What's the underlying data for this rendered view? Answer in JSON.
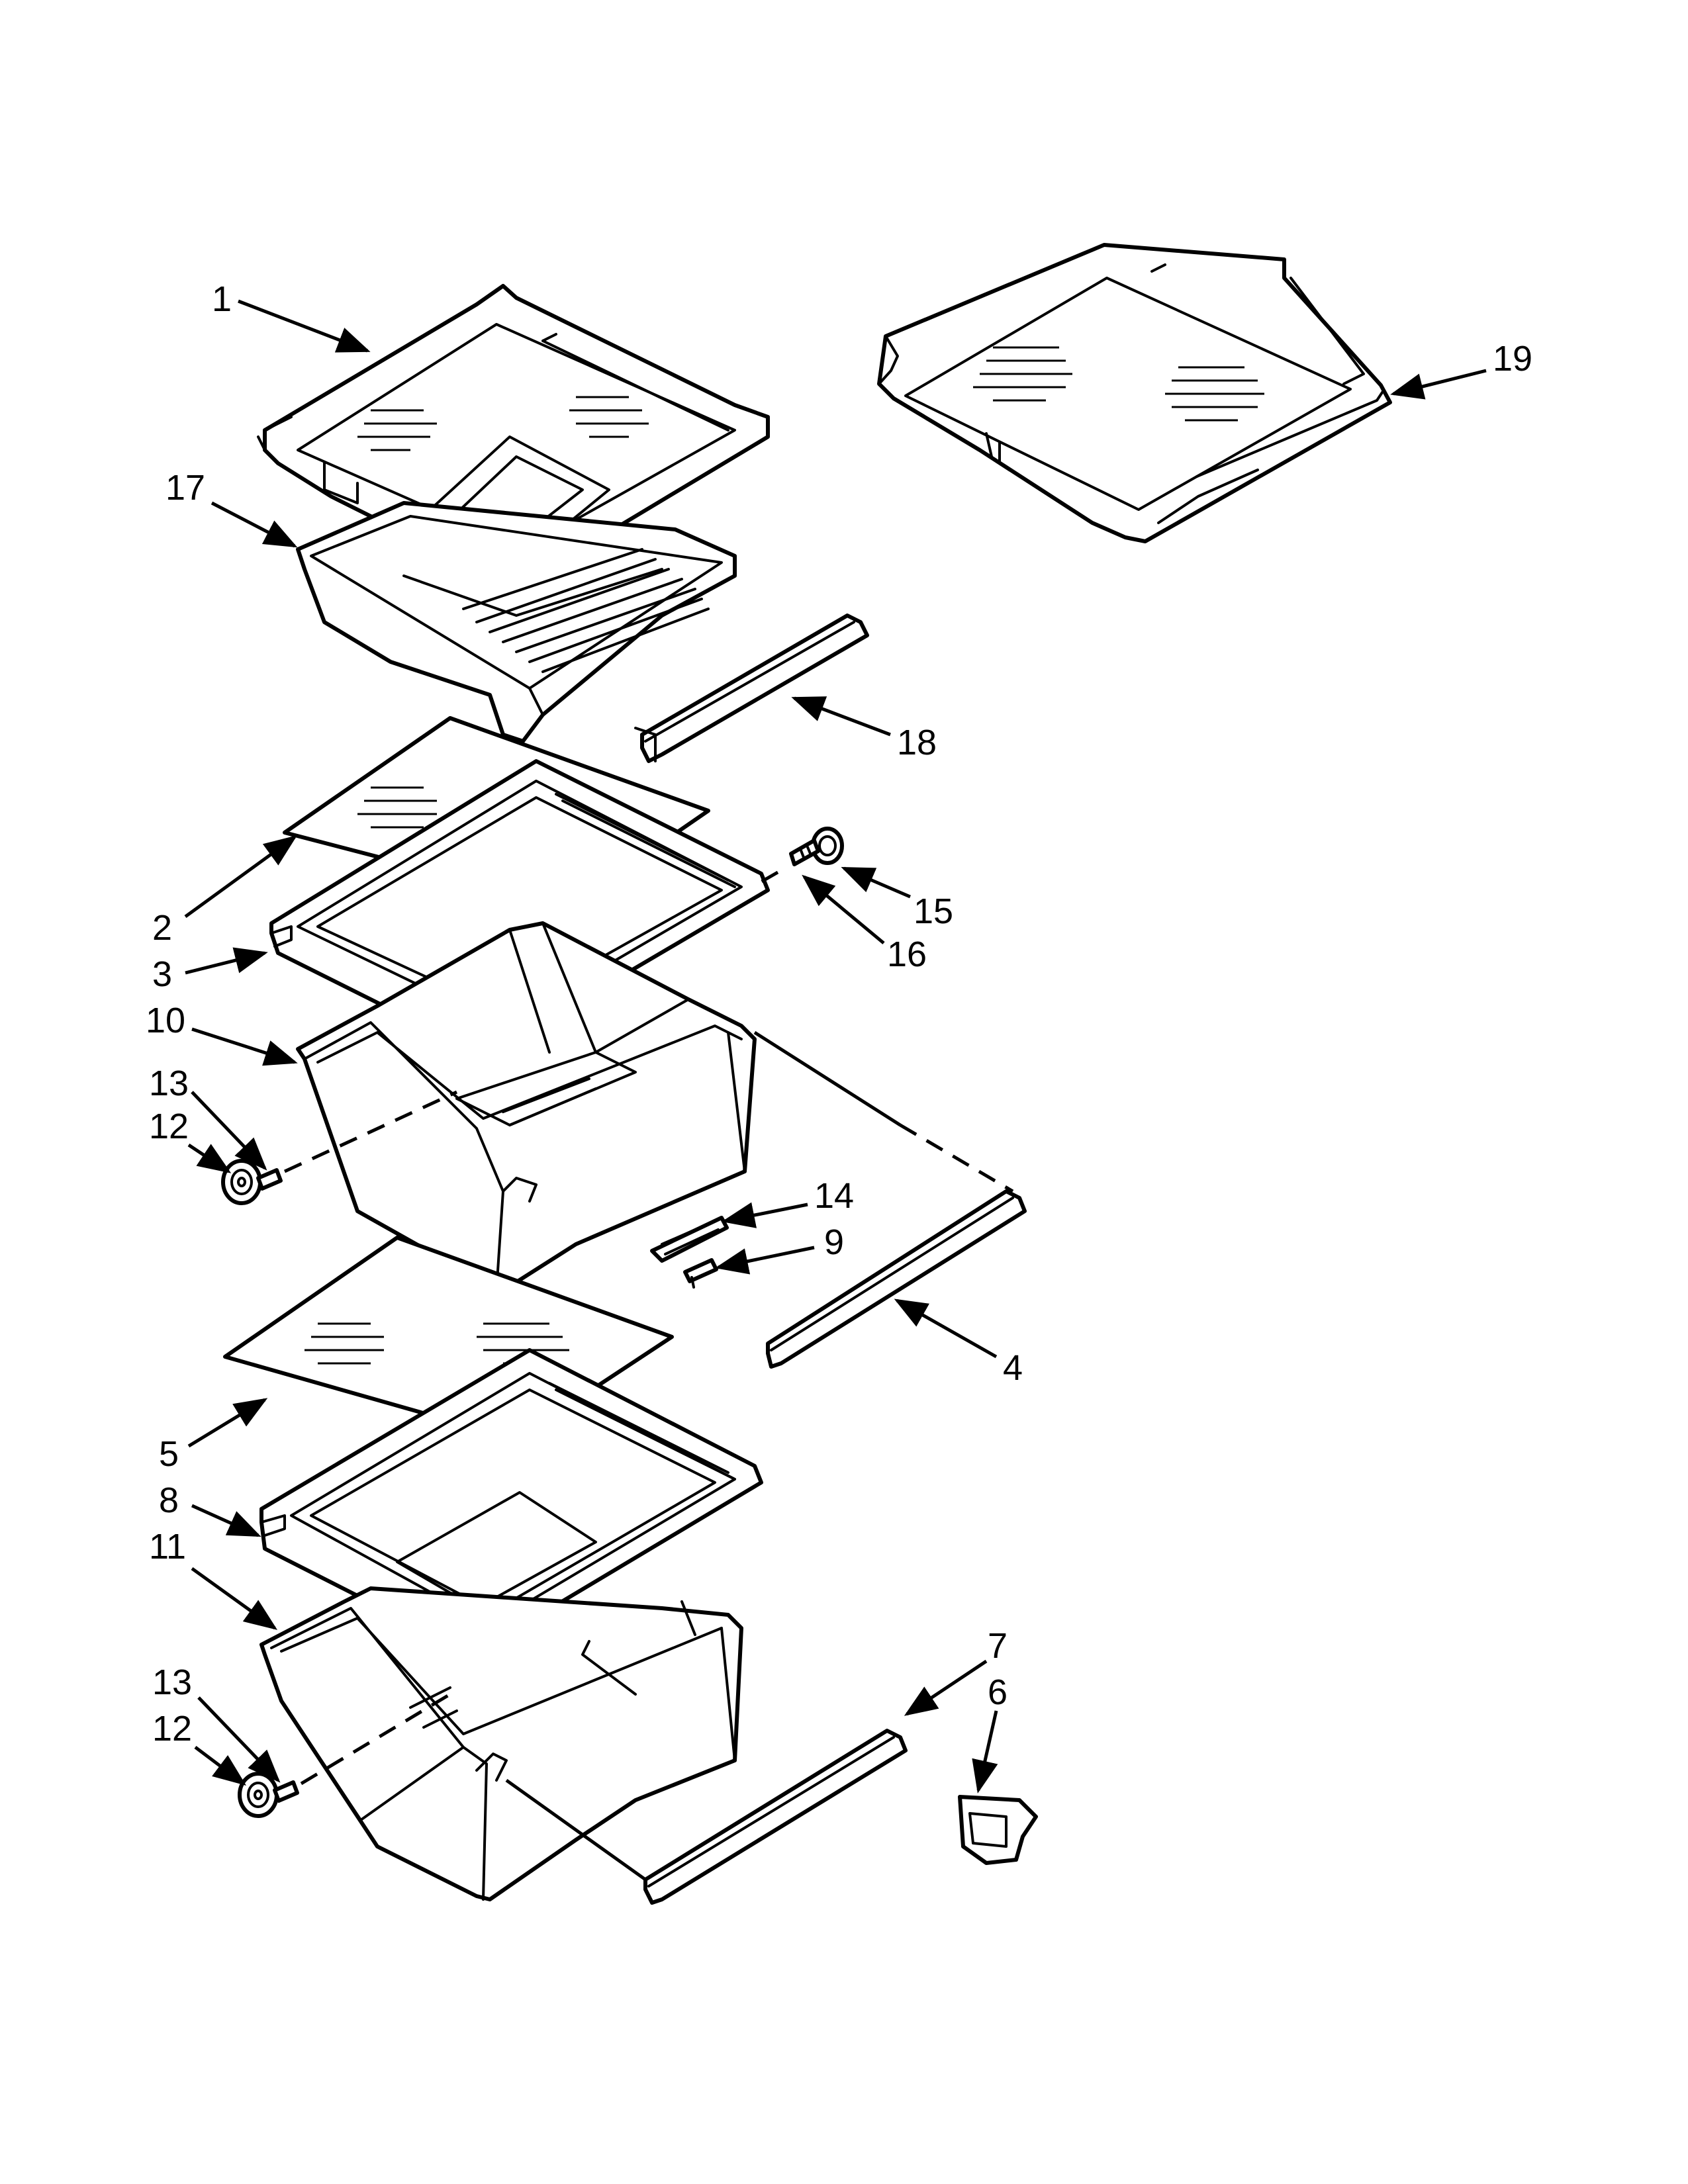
{
  "callouts": [
    {
      "id": "c1",
      "label": "1"
    },
    {
      "id": "c17",
      "label": "17"
    },
    {
      "id": "c19",
      "label": "19"
    },
    {
      "id": "c18",
      "label": "18"
    },
    {
      "id": "c2",
      "label": "2"
    },
    {
      "id": "c3",
      "label": "3"
    },
    {
      "id": "c15",
      "label": "15"
    },
    {
      "id": "c16",
      "label": "16"
    },
    {
      "id": "c10",
      "label": "10"
    },
    {
      "id": "c13a",
      "label": "13"
    },
    {
      "id": "c12a",
      "label": "12"
    },
    {
      "id": "c14",
      "label": "14"
    },
    {
      "id": "c9",
      "label": "9"
    },
    {
      "id": "c4",
      "label": "4"
    },
    {
      "id": "c5",
      "label": "5"
    },
    {
      "id": "c8",
      "label": "8"
    },
    {
      "id": "c11",
      "label": "11"
    },
    {
      "id": "c7",
      "label": "7"
    },
    {
      "id": "c6",
      "label": "6"
    },
    {
      "id": "c13b",
      "label": "13"
    },
    {
      "id": "c12b",
      "label": "12"
    }
  ]
}
